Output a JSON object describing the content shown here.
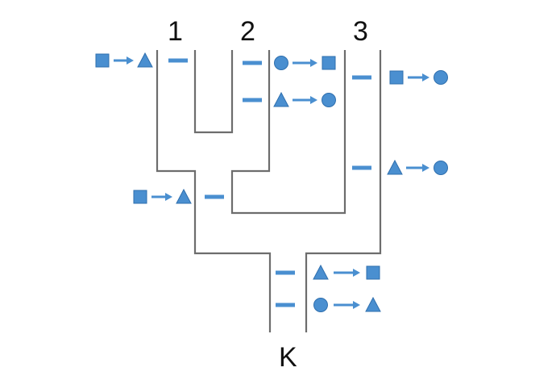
{
  "labels": {
    "lineage_1": "1",
    "lineage_2": "2",
    "lineage_3": "3",
    "root": "K"
  },
  "colors": {
    "tree_line": "#6d6d6d",
    "symbol_fill": "#4a8fd0",
    "symbol_stroke": "#2f6fae"
  },
  "character_changes": [
    {
      "branch": "lineage-1",
      "from": "square",
      "to": "triangle"
    },
    {
      "branch": "lineage-2",
      "from": "circle",
      "to": "square"
    },
    {
      "branch": "lineage-2",
      "from": "triangle",
      "to": "circle"
    },
    {
      "branch": "lineage-3",
      "from": "square",
      "to": "circle"
    },
    {
      "branch": "lineage-3",
      "from": "triangle",
      "to": "circle"
    },
    {
      "branch": "clade-1-2",
      "from": "square",
      "to": "triangle"
    },
    {
      "branch": "root",
      "from": "triangle",
      "to": "square"
    },
    {
      "branch": "root",
      "from": "circle",
      "to": "triangle"
    }
  ]
}
